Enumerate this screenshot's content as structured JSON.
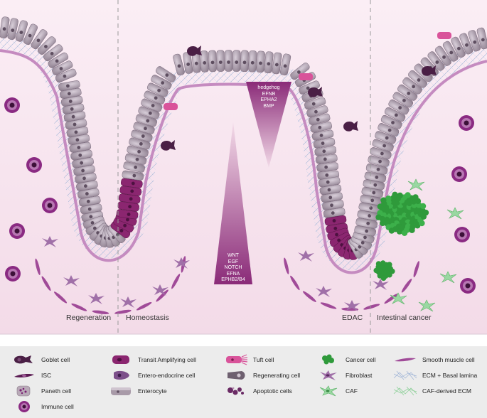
{
  "sections": [
    {
      "id": "regeneration",
      "label": "Regeneration"
    },
    {
      "id": "homeostasis",
      "label": "Homeostasis"
    },
    {
      "id": "edac",
      "label": "EDAC"
    },
    {
      "id": "cancer",
      "label": "Intestinal cancer"
    }
  ],
  "gradients": {
    "top_down": [
      "hedgehog",
      "EFNB",
      "EPHA2",
      "BMP"
    ],
    "bottom_up": [
      "WNT",
      "EGF",
      "NOTCH",
      "EFNA",
      "EPHB2/B4"
    ]
  },
  "legend": [
    {
      "id": "goblet",
      "label": "Goblet cell",
      "icon": "goblet-cell-icon"
    },
    {
      "id": "ta",
      "label": "Transit Amplifying cell",
      "icon": "transit-amplifying-cell-icon"
    },
    {
      "id": "tuft",
      "label": "Tuft cell",
      "icon": "tuft-cell-icon"
    },
    {
      "id": "cancer",
      "label": "Cancer cell",
      "icon": "cancer-cell-icon"
    },
    {
      "id": "smooth",
      "label": "Smooth muscle cell",
      "icon": "smooth-muscle-cell-icon"
    },
    {
      "id": "isc",
      "label": "ISC",
      "icon": "isc-icon"
    },
    {
      "id": "ee",
      "label": "Entero-endocrine cell",
      "icon": "entero-endocrine-cell-icon"
    },
    {
      "id": "regen",
      "label": "Regenerating cell",
      "icon": "regenerating-cell-icon"
    },
    {
      "id": "fibro",
      "label": "Fibroblast",
      "icon": "fibroblast-icon"
    },
    {
      "id": "ecm",
      "label": "ECM + Basal lamina",
      "icon": "ecm-basal-lamina-icon"
    },
    {
      "id": "paneth",
      "label": "Paneth cell",
      "icon": "paneth-cell-icon"
    },
    {
      "id": "entero",
      "label": "Enterocyte",
      "icon": "enterocyte-icon"
    },
    {
      "id": "apop",
      "label": "Apoptotic cells",
      "icon": "apoptotic-cells-icon"
    },
    {
      "id": "caf",
      "label": "CAF",
      "icon": "caf-icon"
    },
    {
      "id": "cafecm",
      "label": "CAF-derived ECM",
      "icon": "caf-derived-ecm-icon"
    },
    {
      "id": "immune",
      "label": "Immune cell",
      "icon": "immune-cell-icon"
    }
  ],
  "colors": {
    "enterocyte": "#a89aa8",
    "ta_cell": "#8b2670",
    "goblet": "#4a1f45",
    "cancer": "#2f9a3b",
    "caf": "#7ed08a",
    "stroma": "#f7e3ee",
    "lamina": "#c58bc0",
    "tuft": "#d9539a"
  }
}
